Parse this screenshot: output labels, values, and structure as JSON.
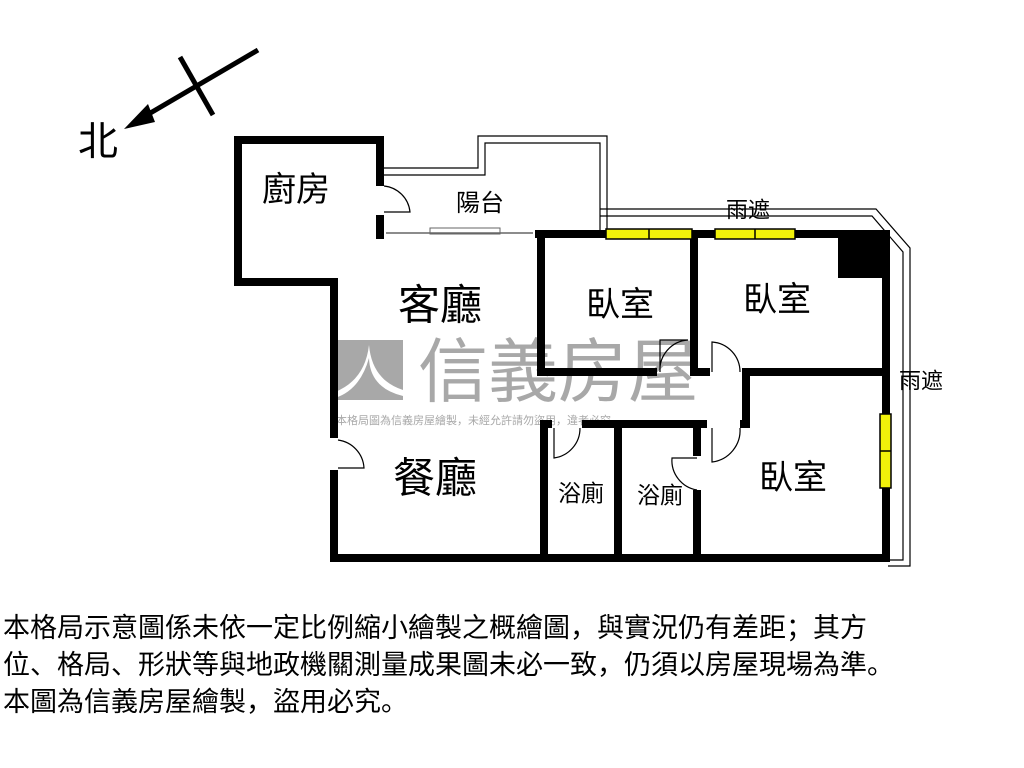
{
  "compass": {
    "north_label": "北"
  },
  "rooms": {
    "kitchen": "廚房",
    "balcony": "陽台",
    "living_room": "客廳",
    "dining_room": "餐廳",
    "bedroom_1": "臥室",
    "bedroom_2": "臥室",
    "bedroom_3": "臥室",
    "bathroom_1": "浴廁",
    "bathroom_2": "浴廁",
    "canopy_top": "雨遮",
    "canopy_right": "雨遮"
  },
  "watermark": {
    "brand": "信義房屋",
    "notice": "本格局圖為信義房屋繪製，未經允許請勿盜用，違者必究"
  },
  "disclaimer": {
    "lines": [
      "本格局示意圖係未依一定比例縮小繪製之概繪圖，與實況仍有差距；其方",
      "位、格局、形狀等與地政機關測量成果圖未必一致，仍須以房屋現場為準。",
      "本圖為信義房屋繪製，盜用必究。"
    ]
  },
  "colors": {
    "wall": "#000000",
    "window": "#f2f20a",
    "watermark": "#a8a8a8"
  }
}
